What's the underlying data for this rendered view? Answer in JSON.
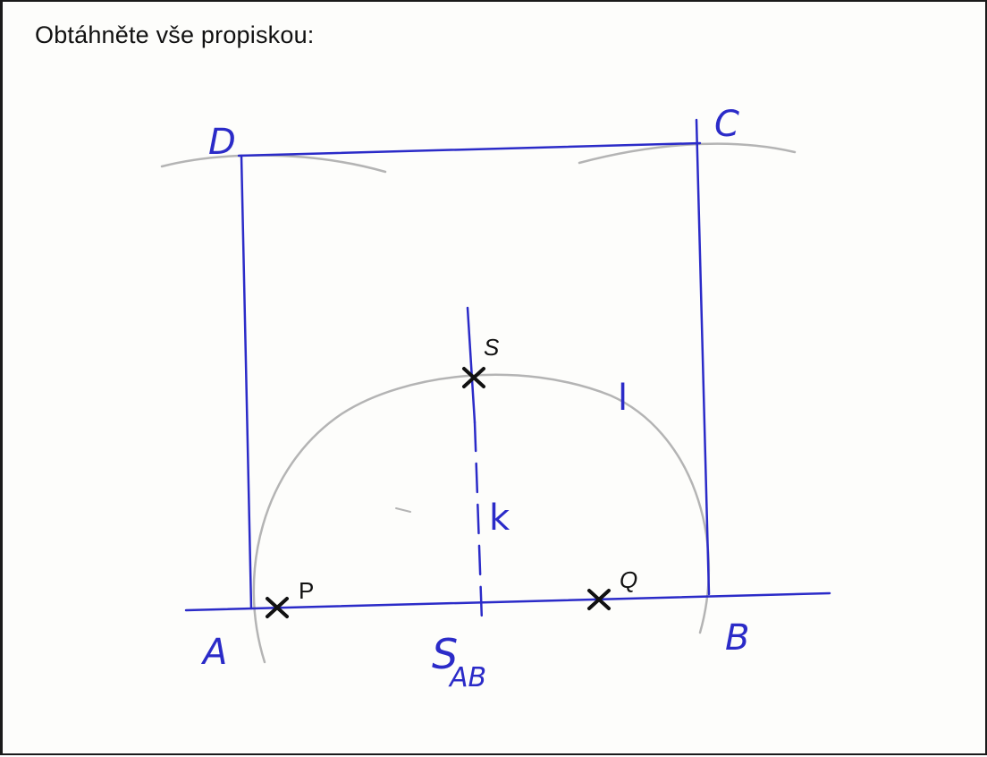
{
  "instruction": "Obtáhněte vše propiskou:",
  "labels": {
    "A": "A",
    "B": "B",
    "C": "C",
    "D": "D",
    "P": "P",
    "Q": "Q",
    "S": "S",
    "k": "k",
    "l": "l",
    "S_AB_main": "S",
    "S_AB_sub": "AB"
  },
  "colors": {
    "ink_blue": "#2b2bc8",
    "pencil_gray": "#b4b4b4",
    "cross_black": "#111111"
  }
}
